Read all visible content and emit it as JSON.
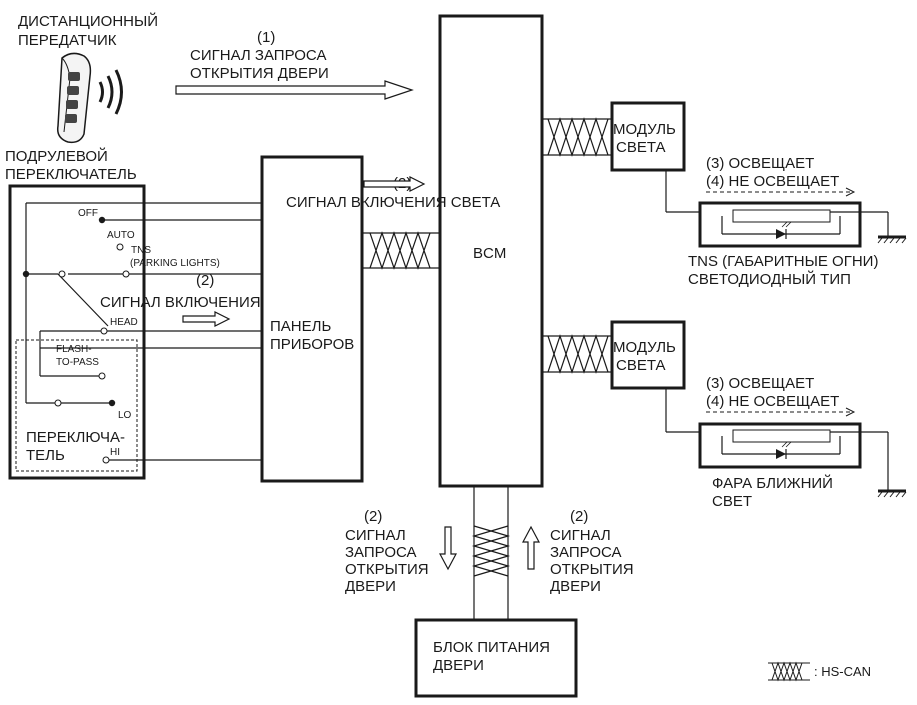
{
  "remote": {
    "label_line1": "ДИСТАНЦИОННЫЙ",
    "label_line2": "ПЕРЕДАТЧИК"
  },
  "signal1": {
    "num": "(1)",
    "line1": "СИГНАЛ ЗАПРОСА",
    "line2": "ОТКРЫТИЯ ДВЕРИ"
  },
  "combo_switch": {
    "line1": "ПОДРУЛЕВОЙ",
    "line2": "ПЕРЕКЛЮЧАТЕЛЬ",
    "inner_line1": "ПЕРЕКЛЮЧА-",
    "inner_line2": "ТЕЛЬ",
    "positions": {
      "off": "OFF",
      "auto": "AUTO",
      "tns": "TNS",
      "parking": "(PARKING LIGHTS)",
      "head": "HEAD",
      "flash1": "FLASH-",
      "flash2": "TO-PASS",
      "lo": "LO",
      "hi": "HI"
    }
  },
  "light_signal_top": {
    "num": "(2)",
    "text": "СИГНАЛ ВКЛЮЧЕНИЯ СВЕТА"
  },
  "light_signal_left": {
    "num": "(2)",
    "text": "СИГНАЛ ВКЛЮЧЕНИЯ СВЕТА"
  },
  "instrument_panel": {
    "line1": "ПАНЕЛЬ",
    "line2": "ПРИБОРОВ"
  },
  "bcm": {
    "label": "BCM"
  },
  "module_top": {
    "line1": "МОДУЛЬ",
    "line2": "СВЕТА"
  },
  "module_bottom": {
    "line1": "МОДУЛЬ",
    "line2": "СВЕТА"
  },
  "tns_status": {
    "lit": "(3) ОСВЕЩАЕТ",
    "unlit": "(4) НЕ ОСВЕЩАЕТ"
  },
  "head_status": {
    "lit": "(3) ОСВЕЩАЕТ",
    "unlit": "(4) НЕ ОСВЕЩАЕТ"
  },
  "tns_lamp": {
    "line1": "TNS (ГАБАРИТНЫЕ ОГНИ)",
    "line2": "СВЕТОДИОДНЫЙ ТИП"
  },
  "head_lamp": {
    "line1": "ФАРА БЛИЖНИЙ",
    "line2": "СВЕТ"
  },
  "door_req_left": {
    "num": "(2)",
    "line1": "СИГНАЛ",
    "line2": "ЗАПРОСА",
    "line3": "ОТКРЫТИЯ",
    "line4": "ДВЕРИ"
  },
  "door_req_right": {
    "num": "(2)",
    "line1": "СИГНАЛ",
    "line2": "ЗАПРОСА",
    "line3": "ОТКРЫТИЯ",
    "line4": "ДВЕРИ"
  },
  "door_power": {
    "line1": "БЛОК ПИТАНИЯ",
    "line2": "ДВЕРИ"
  },
  "legend": {
    "label": ": HS-CAN"
  }
}
